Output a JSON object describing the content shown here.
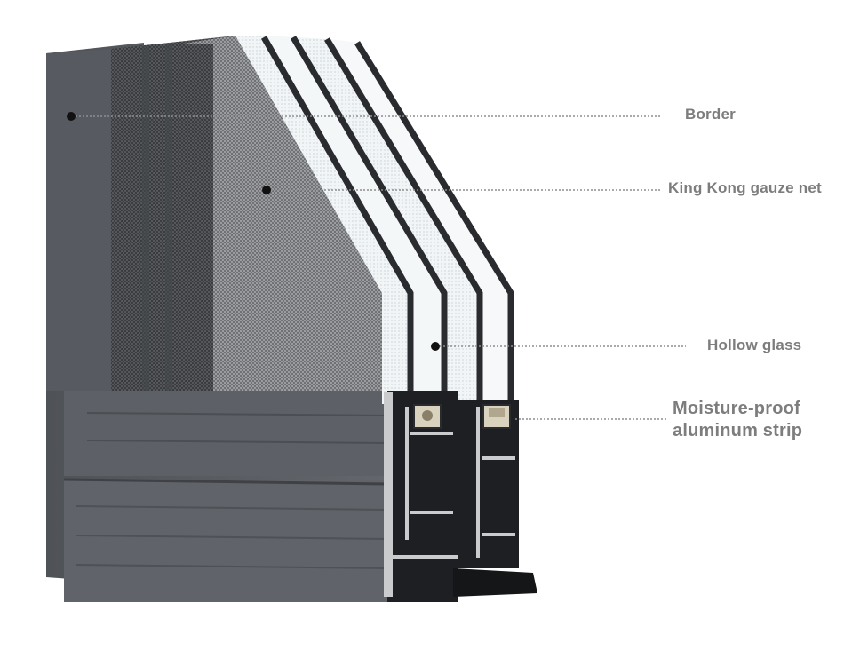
{
  "colors": {
    "frame": "#5b5e64",
    "frame_light": "#6b6e74",
    "frame_dark": "#3d3f44",
    "profile_black": "#1a1b1d",
    "mesh": "#8a8c90",
    "glass": "#eef3f5",
    "label": "#7d7d7d",
    "leader": "#8e8e8e"
  },
  "labels": {
    "border": "Border",
    "gauze": "King Kong gauze net",
    "glass": "Hollow glass",
    "strip_line1": "Moisture-proof",
    "strip_line2": "aluminum strip"
  }
}
